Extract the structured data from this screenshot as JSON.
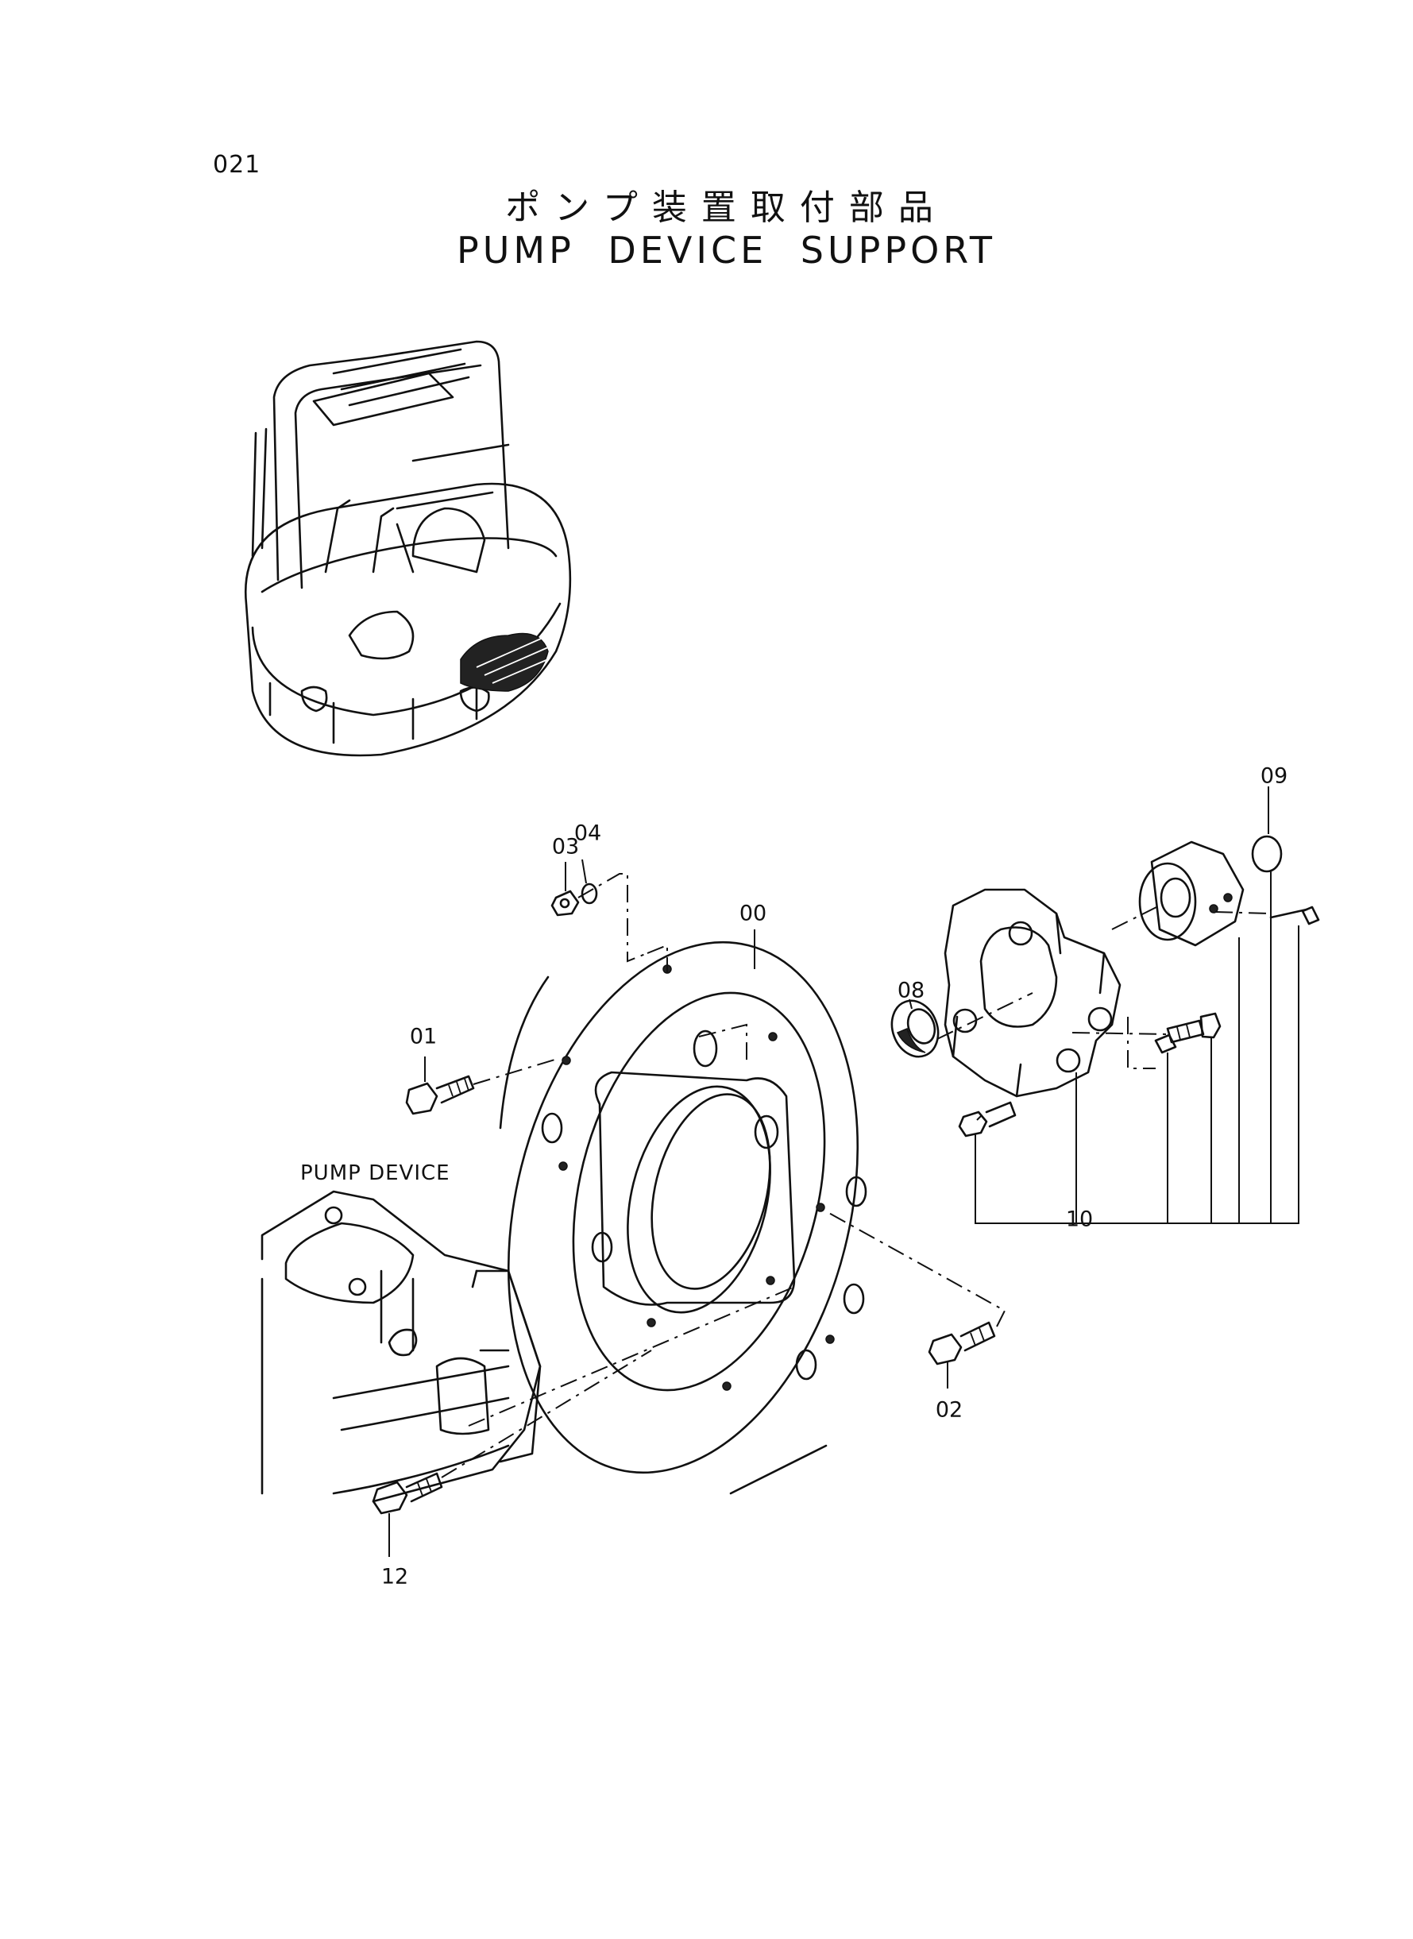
{
  "header": {
    "page_number": "021",
    "title_jp": "ポンプ装置取付部品",
    "title_en": "PUMP DEVICE SUPPORT"
  },
  "labels": {
    "pump_device": "PUMP DEVICE"
  },
  "callouts": {
    "c00": "00",
    "c01": "01",
    "c02": "02",
    "c03": "03",
    "c04": "04",
    "c08": "08",
    "c09": "09",
    "c10": "10",
    "c12": "12"
  }
}
